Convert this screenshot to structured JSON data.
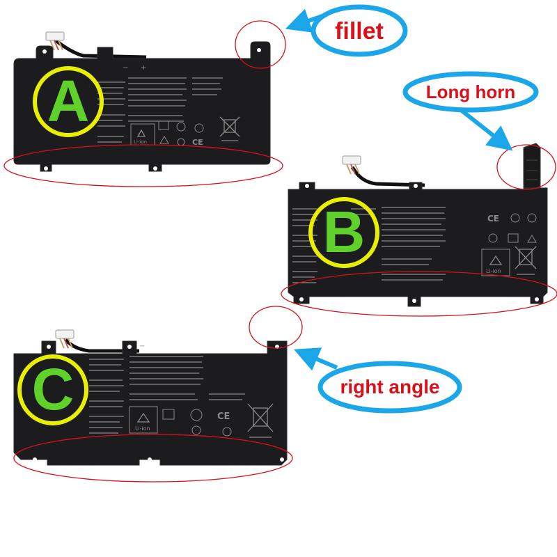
{
  "colors": {
    "battery_body": "#1c1c1e",
    "battery_edge": "#2c2c2e",
    "print_ink": "#8a8a8a",
    "badge_ring": "#e8f000",
    "badge_fill": "#5fd12a",
    "callout_ring": "#1aa6e8",
    "callout_text": "#d8101a",
    "highlight_ellipse": "#d8101a",
    "arrow": "#1aa6e8",
    "connector_wire": "#c8a060"
  },
  "batteries": [
    {
      "letter": "A",
      "certification": "Li-ion"
    },
    {
      "letter": "B",
      "certification": "Li-ion"
    },
    {
      "letter": "C",
      "certification": "Li-ion"
    }
  ],
  "callouts": {
    "fillet": "fillet",
    "long_horn": "Long horn",
    "right_angle": "right angle"
  },
  "icons": [
    "recycle-icon",
    "ce-mark-icon",
    "crossed-bin-icon",
    "warning-icon",
    "china-rohs-icon"
  ]
}
